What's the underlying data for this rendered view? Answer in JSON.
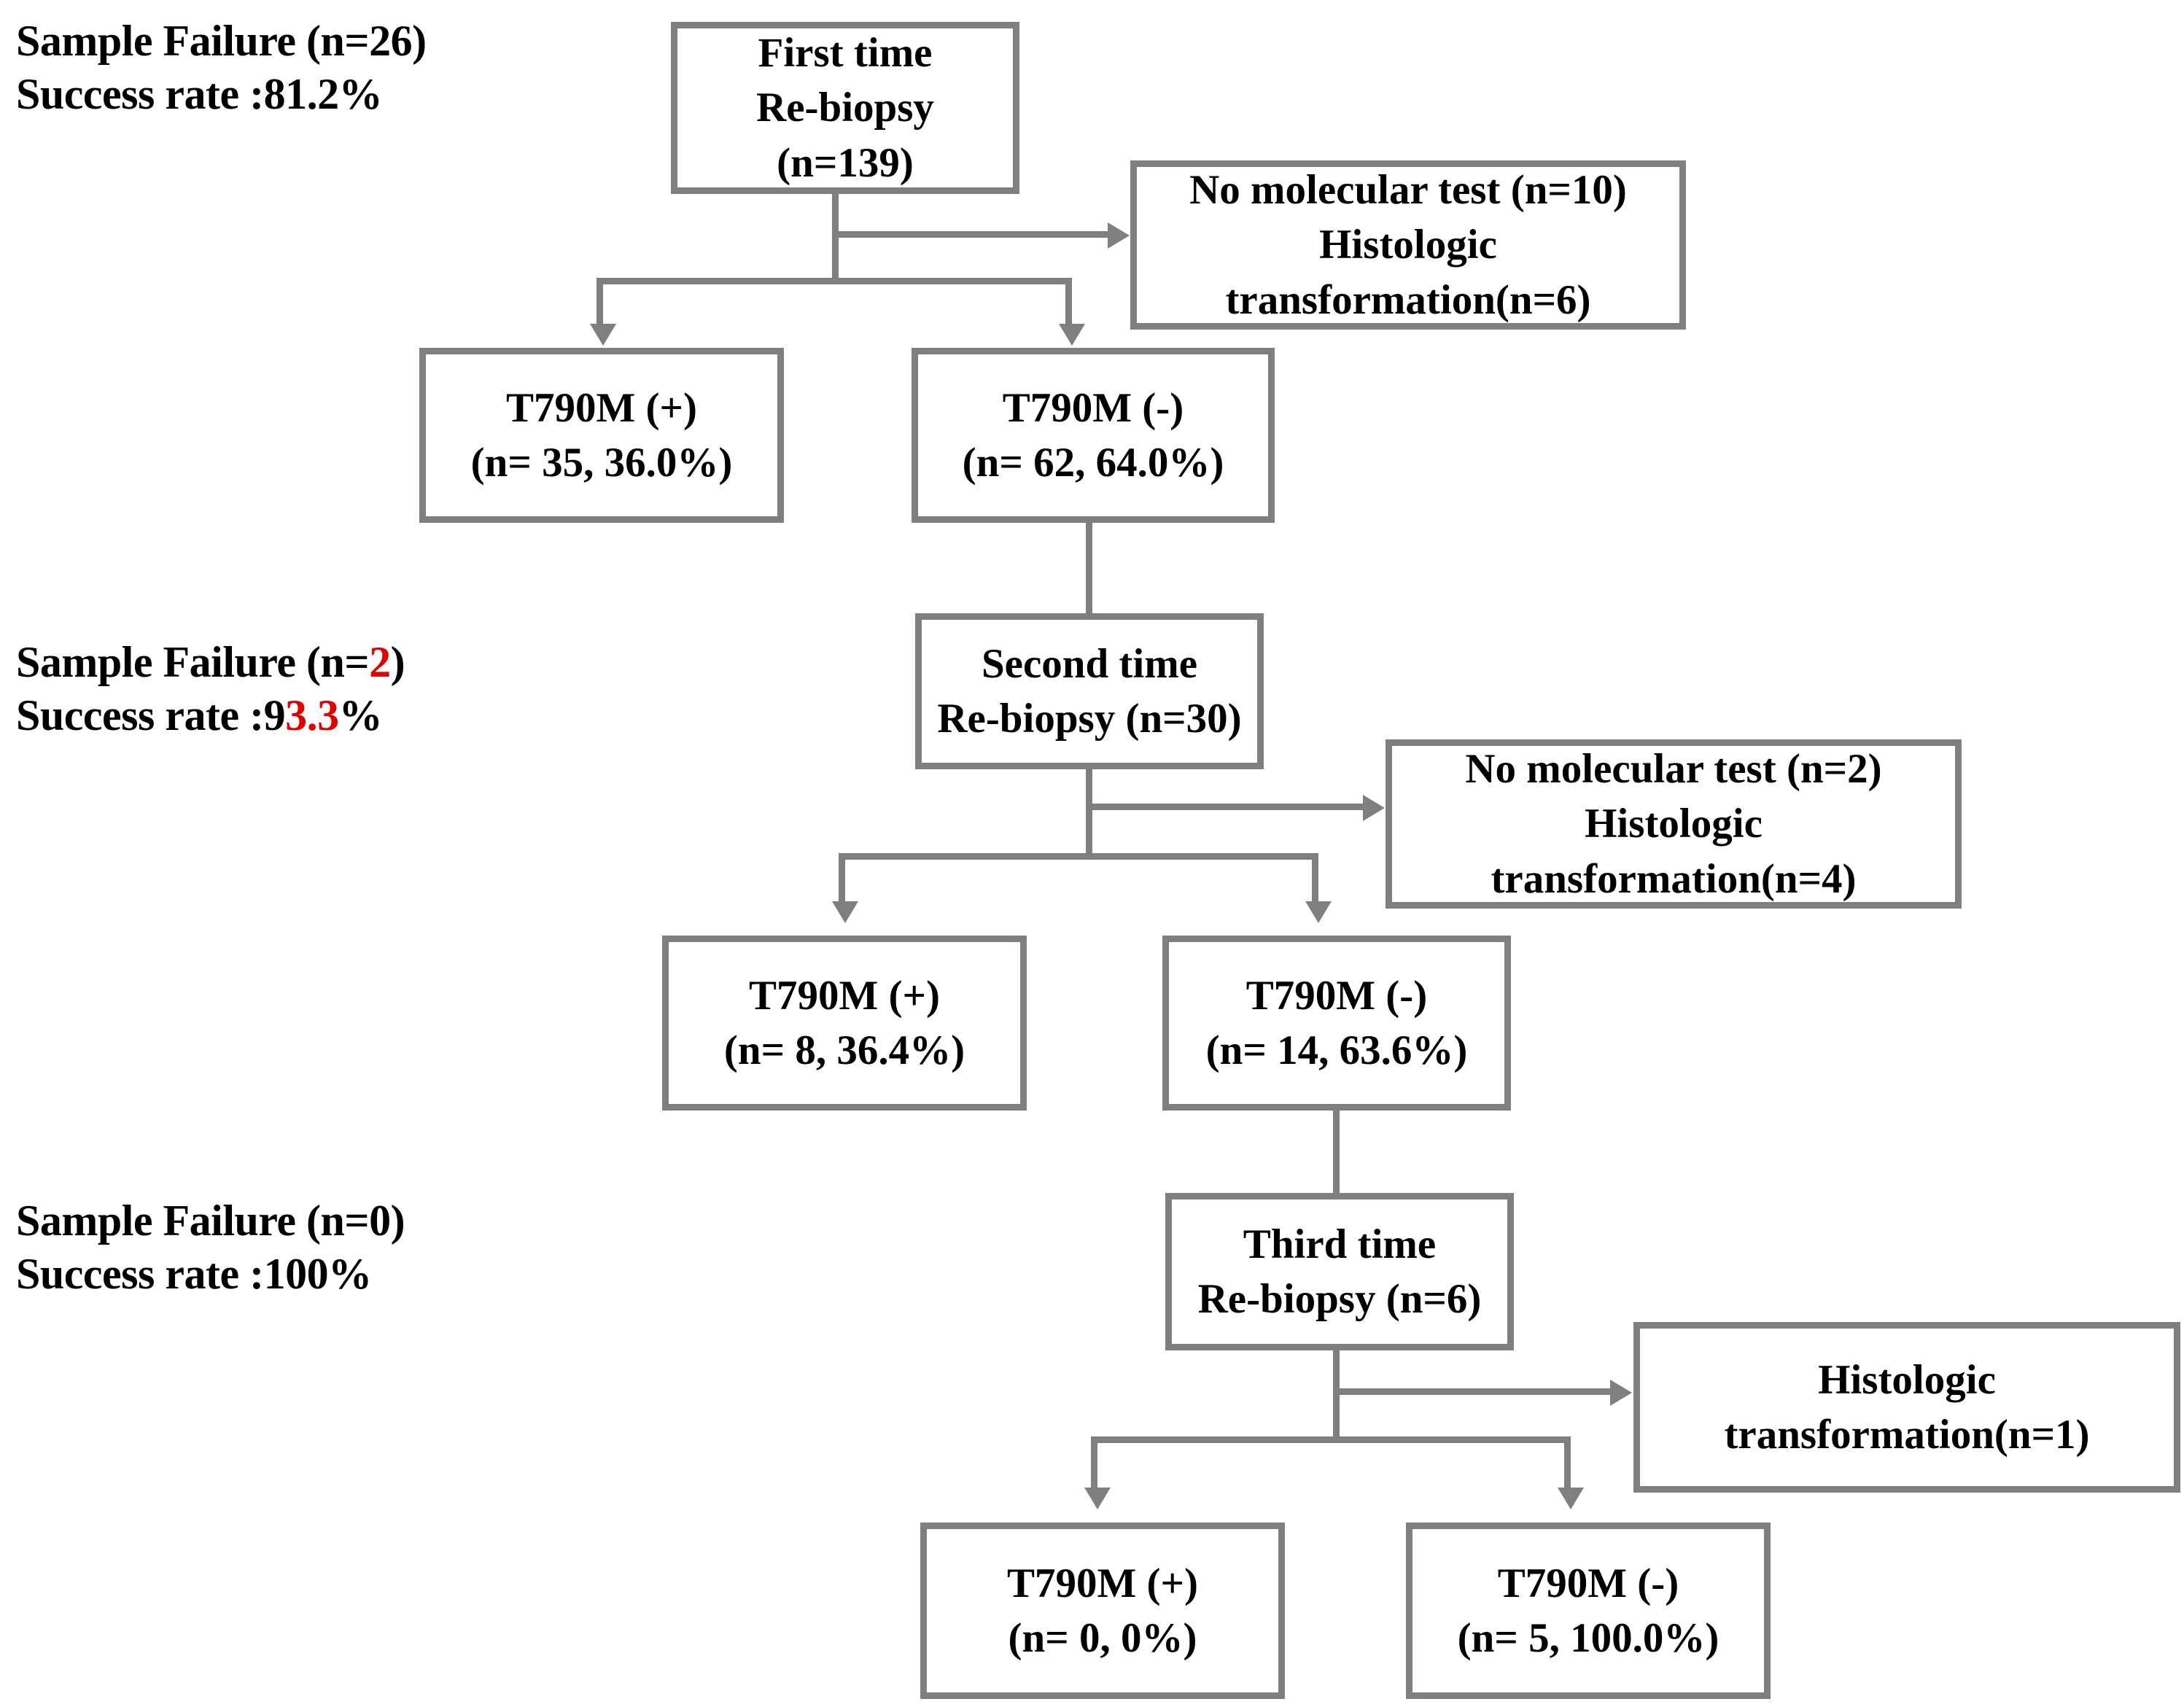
{
  "figure": {
    "type": "flowchart",
    "description": "Sequential re-biopsy flow diagram with T790M mutation outcomes"
  },
  "side_labels": [
    {
      "id": "first-round",
      "line1_prefix": "Sample Failure (n=",
      "line1_value": "26",
      "line1_value_red": false,
      "line1_suffix": ")",
      "line2_prefix": "Success rate :",
      "line2_black_lead": "81.2",
      "line2_red": "",
      "line2_suffix": "%"
    },
    {
      "id": "second-round",
      "line1_prefix": "Sample Failure (n=",
      "line1_value": "2",
      "line1_value_red": true,
      "line1_suffix": ")",
      "line2_prefix": "Success rate :",
      "line2_black_lead": "9",
      "line2_red": "3.3",
      "line2_suffix": "%"
    },
    {
      "id": "third-round",
      "line1_prefix": "Sample Failure (n=",
      "line1_value": "0",
      "line1_value_red": false,
      "line1_suffix": ")",
      "line2_prefix": "Success rate :",
      "line2_black_lead": "100",
      "line2_red": "",
      "line2_suffix": "%"
    }
  ],
  "nodes": {
    "first_biopsy": {
      "l1": "First time",
      "l2": "Re-biopsy",
      "l3": "(n=139)"
    },
    "no_mol_test_1": {
      "l1": "No molecular test (n=10)",
      "l2": "Histologic",
      "l3": "transformation(n=6)"
    },
    "t790m_pos_1": {
      "l1": "T790M (+)",
      "l2": "(n= 35, 36.0%)"
    },
    "t790m_neg_1": {
      "l1": "T790M (-)",
      "l2": "(n= 62, 64.0%)"
    },
    "second_biopsy": {
      "l1": "Second time",
      "l2": "Re-biopsy (n=30)"
    },
    "no_mol_test_2": {
      "l1": "No molecular test (n=2)",
      "l2": "Histologic",
      "l3": "transformation(n=4)"
    },
    "t790m_pos_2": {
      "l1": "T790M (+)",
      "l2": "(n= 8, 36.4%)"
    },
    "t790m_neg_2": {
      "l1": "T790M (-)",
      "l2": "(n= 14, 63.6%)"
    },
    "third_biopsy": {
      "l1": "Third  time",
      "l2": "Re-biopsy (n=6)"
    },
    "histologic_3": {
      "l1": "Histologic",
      "l2": "transformation(n=1)"
    },
    "t790m_pos_3": {
      "l1": "T790M (+)",
      "l2": "(n= 0, 0%)"
    },
    "t790m_neg_3": {
      "l1": "T790M (-)",
      "l2": "(n= 5, 100.0%)"
    }
  },
  "colors": {
    "connector": "#7f7f7f",
    "box_border": "#7f7f7f",
    "text": "#000000",
    "highlight_red": "#e00000",
    "background": "#ffffff"
  },
  "chart_data": {
    "type": "flowchart",
    "title": "",
    "rounds": [
      {
        "round": 1,
        "biopsy_label": "First time Re-biopsy",
        "n_total": 139,
        "sample_failure": 26,
        "success_rate": "81.2%",
        "no_molecular_test": 10,
        "histologic_transformation": 6,
        "t790m_positive": {
          "n": 35,
          "pct": "36.0%"
        },
        "t790m_negative": {
          "n": 62,
          "pct": "64.0%"
        }
      },
      {
        "round": 2,
        "biopsy_label": "Second time Re-biopsy",
        "n_total": 30,
        "sample_failure": 2,
        "success_rate": "93.3%",
        "no_molecular_test": 2,
        "histologic_transformation": 4,
        "t790m_positive": {
          "n": 8,
          "pct": "36.4%"
        },
        "t790m_negative": {
          "n": 14,
          "pct": "63.6%"
        }
      },
      {
        "round": 3,
        "biopsy_label": "Third time Re-biopsy",
        "n_total": 6,
        "sample_failure": 0,
        "success_rate": "100%",
        "no_molecular_test": null,
        "histologic_transformation": 1,
        "t790m_positive": {
          "n": 0,
          "pct": "0%"
        },
        "t790m_negative": {
          "n": 5,
          "pct": "100.0%"
        }
      }
    ]
  }
}
